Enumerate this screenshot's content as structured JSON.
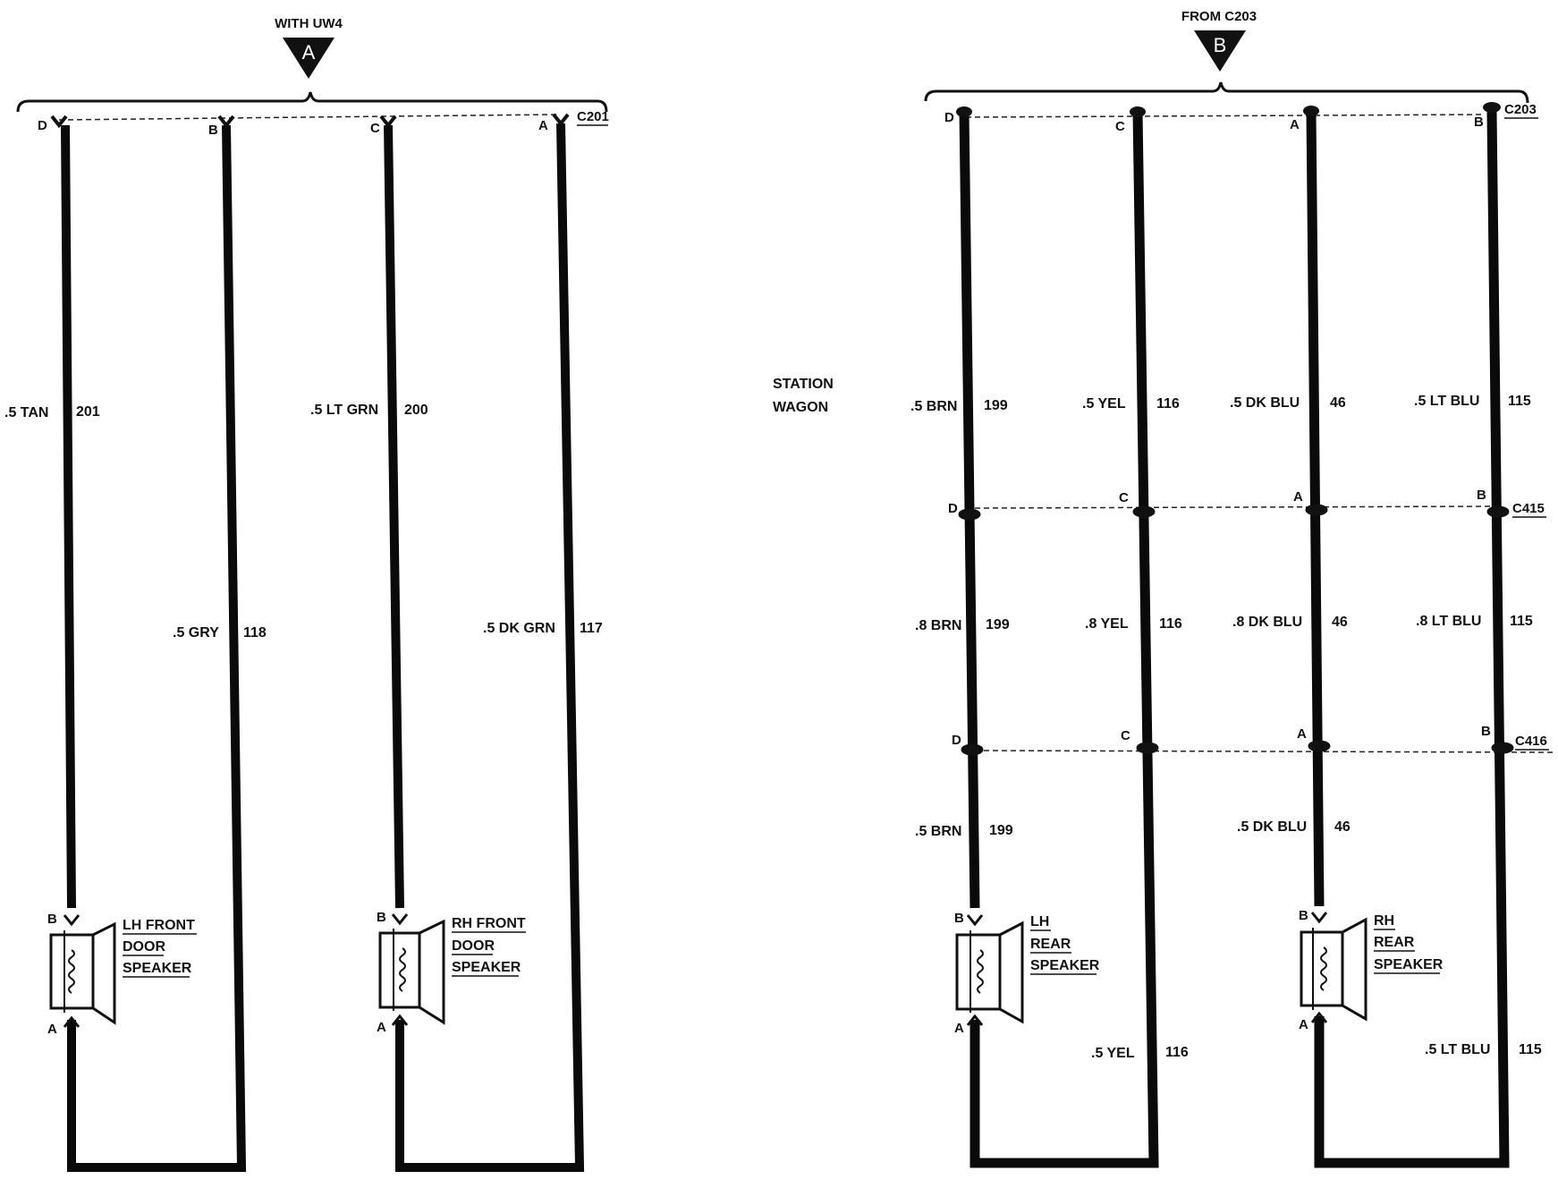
{
  "colors": {
    "wire": "#0a0a0a",
    "background": "#ffffff",
    "marker": "#111111"
  },
  "left": {
    "header": "WITH UW4",
    "marker": "A",
    "connector": "C201",
    "wires": [
      {
        "pin": "D",
        "label": ".5 TAN",
        "circuit": "201"
      },
      {
        "pin": "B",
        "label": ".5 GRY",
        "circuit": "118"
      },
      {
        "pin": "C",
        "label": ".5 LT GRN",
        "circuit": "200"
      },
      {
        "pin": "A",
        "label": ".5 DK GRN",
        "circuit": "117"
      }
    ],
    "speakers": [
      {
        "top_pin": "B",
        "bottom_pin": "A",
        "label": [
          "LH FRONT",
          "DOOR",
          "SPEAKER"
        ]
      },
      {
        "top_pin": "B",
        "bottom_pin": "A",
        "label": [
          "RH FRONT",
          "DOOR",
          "SPEAKER"
        ]
      }
    ]
  },
  "right": {
    "header": "FROM C203",
    "marker": "B",
    "connector": "C203",
    "note": [
      "STATION",
      "WAGON"
    ],
    "wires": [
      {
        "pin": "D",
        "label": ".5 BRN",
        "circuit": "199"
      },
      {
        "pin": "C",
        "label": ".5 YEL",
        "circuit": "116"
      },
      {
        "pin": "A",
        "label": ".5 DK BLU",
        "circuit": "46"
      },
      {
        "pin": "B",
        "label": ".5 LT BLU",
        "circuit": "115"
      }
    ],
    "connector2": "C415",
    "connector2_pins": [
      "D",
      "C",
      "A",
      "B"
    ],
    "wires_mid": [
      {
        "label": ".8 BRN",
        "circuit": "199"
      },
      {
        "label": ".8 YEL",
        "circuit": "116"
      },
      {
        "label": ".8 DK BLU",
        "circuit": "46"
      },
      {
        "label": ".8 LT BLU",
        "circuit": "115"
      }
    ],
    "connector3": "C416",
    "connector3_pins": [
      "D",
      "C",
      "A",
      "B"
    ],
    "wires_low": [
      {
        "label": ".5 BRN",
        "circuit": "199"
      },
      {
        "label": ".5 DK BLU",
        "circuit": "46"
      }
    ],
    "wires_return": [
      {
        "label": ".5 YEL",
        "circuit": "116"
      },
      {
        "label": ".5 LT BLU",
        "circuit": "115"
      }
    ],
    "speakers": [
      {
        "top_pin": "B",
        "bottom_pin": "A",
        "label": [
          "LH",
          "REAR",
          "SPEAKER"
        ]
      },
      {
        "top_pin": "B",
        "bottom_pin": "A",
        "label": [
          "RH",
          "REAR",
          "SPEAKER"
        ]
      }
    ]
  }
}
